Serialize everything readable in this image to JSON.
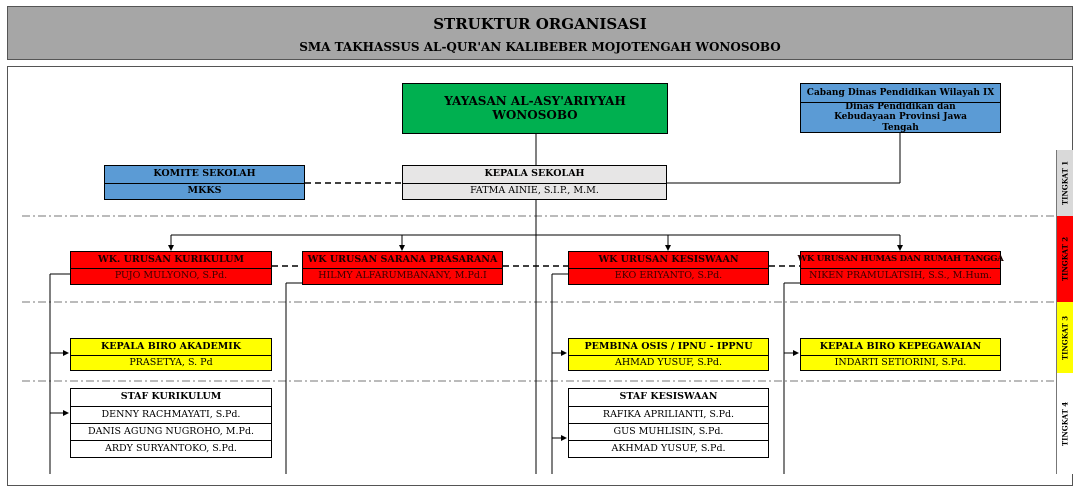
{
  "header": {
    "title": "STRUKTUR ORGANISASI",
    "subtitle": "SMA TAKHASSUS AL-QUR'AN KALIBEBER MOJOTENGAH WONOSOBO"
  },
  "yayasan": "YAYASAN AL-ASY'ARIYYAH WONOSOBO",
  "cabang": {
    "line1": "Cabang Dinas Pendidikan Wilayah IX",
    "line2": "Dinas Pendidikan dan Kebudayaan Provinsi Jawa Tengah"
  },
  "komite": {
    "title": "KOMITE SEKOLAH",
    "sub": "MKKS"
  },
  "kepala": {
    "title": "KEPALA SEKOLAH",
    "name": "FATMA AINIE, S.I.P., M.M."
  },
  "wk": [
    {
      "title": "WK. URUSAN KURIKULUM",
      "name": "PUJO MULYONO, S.Pd."
    },
    {
      "title": "WK URUSAN SARANA PRASARANA",
      "name": "HILMY ALFARUMBANANY, M.Pd.I"
    },
    {
      "title": "WK URUSAN KESISWAAN",
      "name": "EKO ERIYANTO, S.Pd."
    },
    {
      "title": "WK URUSAN HUMAS DAN RUMAH TANGGA",
      "name": "NIKEN PRAMULATSIH, S.S., M.Hum."
    }
  ],
  "biro_akademik": {
    "title": "KEPALA  BIRO AKADEMIK",
    "name": "PRASETYA, S. Pd"
  },
  "pembina": {
    "title": "PEMBINA OSIS / IPNU - IPPNU",
    "name": "AHMAD YUSUF, S.Pd."
  },
  "biro_kepegawaian": {
    "title": "KEPALA  BIRO KEPEGAWAIAN",
    "name": "INDARTI SETIORINI, S.Pd."
  },
  "staf_kurikulum": {
    "title": "STAF KURIKULUM",
    "members": [
      "DENNY RACHMAYATI, S.Pd.",
      "DANIS AGUNG NUGROHO, M.Pd.",
      "ARDY SURYANTOKO, S.Pd."
    ]
  },
  "staf_kesiswaan": {
    "title": "STAF KESISWAAN",
    "members": [
      "RAFIKA APRILIANTI, S.Pd.",
      "GUS MUHLISIN, S.Pd.",
      "AKHMAD YUSUF, S.Pd."
    ]
  },
  "tiers": [
    "TINGKAT 1",
    "TINGKAT 2",
    "TINGKAT 3",
    "TINGKAT 4"
  ],
  "colors": {
    "header": "#a6a6a6",
    "yayasan": "#00b050",
    "blue": "#5b9bd5",
    "red": "#ff0000",
    "yellow": "#ffff00",
    "gray": "#e7e6e6",
    "white": "#ffffff"
  }
}
